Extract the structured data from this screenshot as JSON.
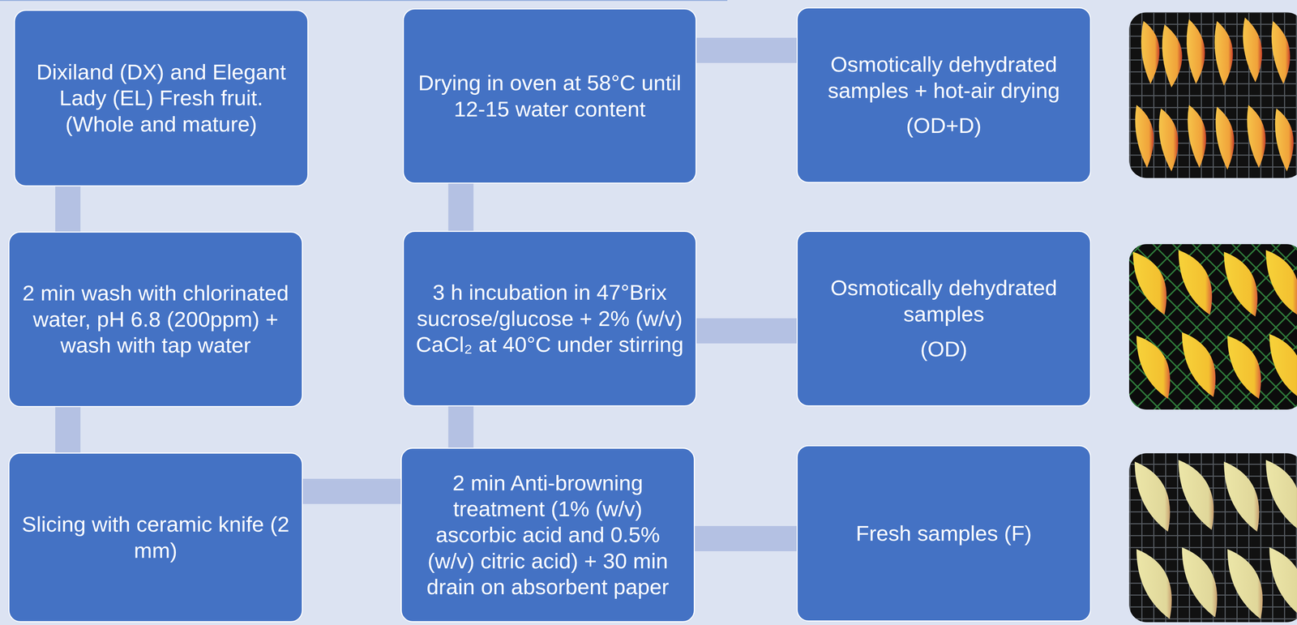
{
  "diagram": {
    "nodes": [
      {
        "text": [
          "Dixiland (DX) and Elegant Lady (EL) Fresh fruit. (Whole and mature)"
        ]
      },
      {
        "text": [
          "2 min wash with chlorinated water, pH 6.8 (200ppm) + wash with tap water"
        ]
      },
      {
        "text": [
          "Slicing with ceramic knife (2 mm)"
        ]
      },
      {
        "text": [
          "2 min Anti-browning treatment (1% (w/v) ascorbic acid and 0.5% (w/v) citric acid) + 30 min drain on absorbent paper"
        ]
      },
      {
        "text": [
          "3 h incubation in 47°Brix sucrose/glucose + 2% (w/v) CaCl₂ at 40°C under stirring"
        ]
      },
      {
        "text": [
          "Drying in oven at 58°C until 12-15 water content"
        ]
      },
      {
        "text": [
          "Osmotically dehydrated samples + hot-air drying",
          "(OD+D)"
        ]
      },
      {
        "text": [
          "Osmotically dehydrated samples",
          "(OD)"
        ]
      },
      {
        "text": [
          "Fresh samples (F)"
        ]
      }
    ],
    "edges": [
      {
        "from": 0,
        "to": 1,
        "arrow": "none"
      },
      {
        "from": 1,
        "to": 2,
        "arrow": "none"
      },
      {
        "from": 2,
        "to": 3,
        "arrow": "none"
      },
      {
        "from": 3,
        "to": 4,
        "arrow": "none"
      },
      {
        "from": 4,
        "to": 5,
        "arrow": "none"
      },
      {
        "from": 5,
        "to": 6,
        "arrow": "none"
      },
      {
        "from": 4,
        "to": 7,
        "arrow": "none"
      },
      {
        "from": 3,
        "to": 8,
        "arrow": "none"
      }
    ]
  }
}
